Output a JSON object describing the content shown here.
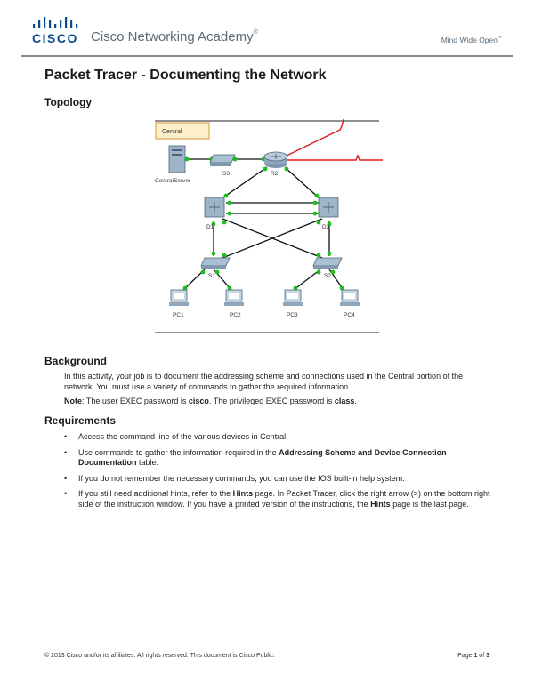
{
  "header": {
    "logo_word": "CISCO",
    "academy": "Cisco Networking Academy",
    "academy_mark": "®",
    "tagline": "Mind Wide Open",
    "tagline_mark": "™"
  },
  "title": "Packet Tracer - Documenting the Network",
  "topology": {
    "heading": "Topology",
    "area_label": "Central",
    "server_label": "CentralServer",
    "devices": {
      "s3": "S3",
      "r2": "R2",
      "d1": "D1",
      "d2": "D2",
      "s1": "S1",
      "s2": "S2"
    },
    "pcs": [
      "PC1",
      "PC2",
      "PC3",
      "PC4"
    ]
  },
  "background": {
    "heading": "Background",
    "p1": "In this activity, your job is to document the addressing scheme and connections used in the Central portion of the network. You must use a variety of commands to gather the required information.",
    "note_label": "Note",
    "note_1": ": The user EXEC password is ",
    "note_user": "cisco",
    "note_2": ". The privileged EXEC password is ",
    "note_priv": "class",
    "note_3": "."
  },
  "requirements": {
    "heading": "Requirements",
    "r1": "Access the command line of the various devices in Central.",
    "r2_a": "Use commands to gather the information required in the ",
    "r2_b": "Addressing Scheme and Device Connection Documentation",
    "r2_c": " table.",
    "r3": "If you do not remember the necessary commands, you can use the IOS built-in help system.",
    "r4_a": "If you still need additional hints, refer to the ",
    "r4_b": "Hints",
    "r4_c": " page. In Packet Tracer, click the right arrow (>) on the bottom right side of the instruction window. If you have a printed version of the instructions, the ",
    "r4_d": "Hints",
    "r4_e": " page is the last page."
  },
  "footer": {
    "copyright": "© 2013 Cisco and/or its affiliates. All rights reserved. This document is Cisco Public.",
    "page_word": "Page ",
    "page_num": "1",
    "page_of": " of ",
    "page_total": "3"
  },
  "colors": {
    "cisco_blue": "#0d4c8c",
    "link_green": "#19c119",
    "serial_red": "#e01a1a",
    "area_fill": "#fdf0c8",
    "area_border": "#d49a3a"
  }
}
